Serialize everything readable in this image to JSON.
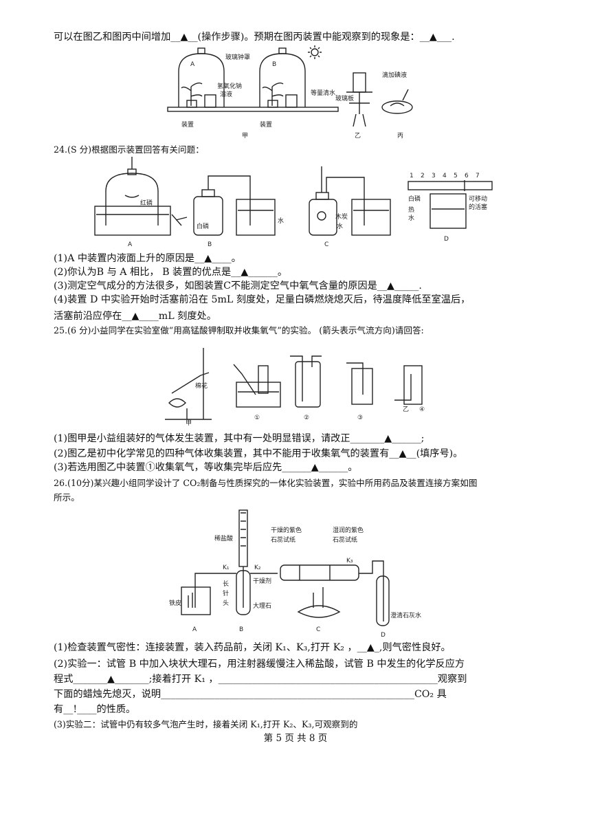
{
  "lines": {
    "l01": "可以在图乙和图丙中间增加__▲__(操作步骤)。预期在图丙装置中能观察到的现象是：__▲___.",
    "q24_head": "24.(S 分)根据图示装置回答有关问题：",
    "q24_1": "(1)A 中装置内液面上升的原因是__▲____。",
    "q24_2": "(2)你认为B 与 A 相比， B 装置的优点是__▲______。",
    "q24_3": "(3)测定空气成分的方法很多，如图装置C不能测定空气中氧气含量的原因是__▲_____.",
    "q24_4a": "(4)装置 D 中实验开始时活塞前沿在 5mL 刻度处，足量白磷燃烧熄灭后，待温度降低至室温后，",
    "q24_4b": "活塞前沿应停在__▲____mL 刻度处。",
    "q25_head": "25.(6 分)小益同学在实验室做“用高锰酸钾制取并收集氧气”的实验。 (箭头表示气流方向)请回答:",
    "q25_1": "(1)图甲是小益组装好的气体发生装置，其中有一处明显错误，请改正_______▲______;",
    "q25_2": "(2)图乙是初中化学常见的四种气体收集装置，其中不能用于收集氧气的装置有__▲__(填序号)。",
    "q25_3": "(3)若选用图乙中装置①收集氧气，等收集完毕后应先______▲______。",
    "q26_head_a": "26.(10分)某兴趣小组同学设计了 CO₂制备与性质探究的一体化实验装置，实验中所用药品及装置连接方案如图",
    "q26_head_b": "所示。",
    "q26_1": "(1)检查装置气密性：连接装置，装入药品前，关闭 K₁、K₃,打开 K₂ ，__▲_,则气密性良好。",
    "q26_2a": "(2)实验一：试管 B 中加入块状大理石，用注射器缓慢注入稀盐酸，试管 B 中发生的化学反应方",
    "q26_2b": "程式_______▲_______;接着打开 K₁ ，_____________________________________________观察到",
    "q26_2c": "下面的蜡烛先熄灭，说明____________________________________________________CO₂ 具",
    "q26_2d": "有__!____的性质。",
    "q26_3": "(3)实验二：试管中仍有较多气泡产生时，接着关闭 K₁,打开 K₂、K₃,可观察到的"
  },
  "footer": "第 5 页     共 8 页",
  "fig23": {
    "bell_a_label": "A",
    "bell_b_label": "B",
    "cover_label": "玻璃钟罩",
    "naoh_label": "氢氧化钠",
    "naoh_label2": "溶液",
    "water_label": "等量清水",
    "glass_label": "玻璃板",
    "alcohol_label": "滴加碘液",
    "cap1": "装置",
    "cap2": "装置",
    "cap_jia": "甲",
    "cap_yi": "乙",
    "cap_bing": "丙"
  },
  "fig24": {
    "red_p": "红磷",
    "white_p": "白磷",
    "water": "水",
    "charcoal": "木炭",
    "water_c": "水",
    "scale": [
      "1",
      "2",
      "3",
      "4",
      "5",
      "6",
      "7"
    ],
    "white_p_d": "白磷",
    "hot_water": "热",
    "hot_water2": "水",
    "piston": "可移动",
    "piston2": "的活塞",
    "cap_a": "A",
    "cap_b": "B",
    "cap_c": "C",
    "cap_d": "D"
  },
  "fig25": {
    "cotton": "棉花",
    "cap_jia": "甲",
    "n1": "①",
    "n2": "②",
    "n3": "③",
    "n4": "④",
    "cap_yi": "乙"
  },
  "fig26": {
    "dry_paper": "干燥的紫色",
    "dry_paper2": "石蕊试纸",
    "wet_paper": "湿润的紫色",
    "wet_paper2": "石蕊试纸",
    "k1": "K₁",
    "k2": "K₂",
    "k3": "K₃",
    "dilute_hcl": "稀盐酸",
    "long_needle": "长",
    "long_needle2": "针",
    "long_needle3": "头",
    "desiccant": "干燥剂",
    "marble": "大理石",
    "iron": "铁皮",
    "limewater": "澄清石灰水",
    "cap_a": "A",
    "cap_b": "B",
    "cap_c": "C",
    "cap_d": "D"
  }
}
